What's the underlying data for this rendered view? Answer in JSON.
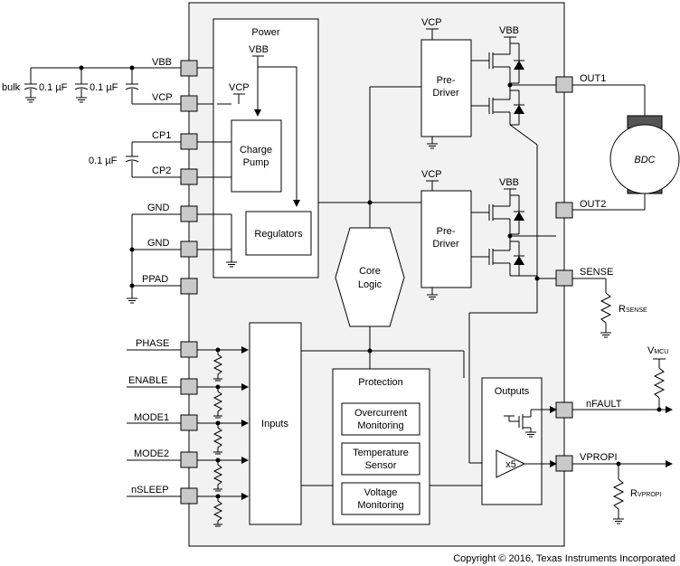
{
  "blocks": {
    "power": "Power",
    "charge_pump_line1": "Charge",
    "charge_pump_line2": "Pump",
    "regulators": "Regulators",
    "core_logic_line1": "Core",
    "core_logic_line2": "Logic",
    "predriver_line1": "Pre-",
    "predriver_line2": "Driver",
    "inputs": "Inputs",
    "protection": "Protection",
    "overcurrent_line1": "Overcurrent",
    "overcurrent_line2": "Monitoring",
    "temperature_line1": "Temperature",
    "temperature_line2": "Sensor",
    "voltage_line1": "Voltage",
    "voltage_line2": "Monitoring",
    "outputs": "Outputs",
    "amplifier_gain": "x5",
    "motor": "BDC"
  },
  "pins": {
    "vbb": "VBB",
    "vcp": "VCP",
    "cp1": "CP1",
    "cp2": "CP2",
    "gnd1": "GND",
    "gnd2": "GND",
    "ppad": "PPAD",
    "phase": "PHASE",
    "enable": "ENABLE",
    "mode1": "MODE1",
    "mode2": "MODE2",
    "nsleep": "nSLEEP",
    "out1": "OUT1",
    "out2": "OUT2",
    "sense": "SENSE",
    "nfault": "nFAULT",
    "vpropi": "VPROPI"
  },
  "nets": {
    "vbb": "VBB",
    "vcp": "VCP"
  },
  "components": {
    "bulk": "bulk",
    "cap_a": "0.1 µF",
    "cap_b": "0.1 µF",
    "cap_cp": "0.1 µF",
    "r_sense_main": "R",
    "r_sense_sub": "SENSE",
    "v_mcu_main": "V",
    "v_mcu_sub": "MCU",
    "r_vpropi_main": "R",
    "r_vpropi_sub": "VPROPI"
  },
  "footer": {
    "copyright": "Copyright © 2016, Texas Instruments Incorporated"
  }
}
